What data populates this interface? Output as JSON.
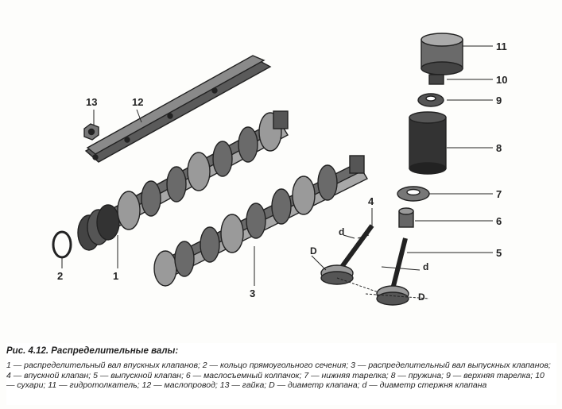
{
  "figure": {
    "parts": [
      {
        "num": "1"
      },
      {
        "num": "2"
      },
      {
        "num": "3"
      },
      {
        "num": "4"
      },
      {
        "num": "5"
      },
      {
        "num": "6"
      },
      {
        "num": "7"
      },
      {
        "num": "8"
      },
      {
        "num": "9"
      },
      {
        "num": "10"
      },
      {
        "num": "11"
      },
      {
        "num": "12"
      },
      {
        "num": "13"
      }
    ],
    "dimensions": {
      "D_upper": "D",
      "d_upper": "d",
      "d_lower": "d",
      "D_lower": "D"
    }
  },
  "caption": {
    "title": "Рис. 4.12. Распределительные валы:",
    "text": "1 — распределительный вал впускных клапанов; 2 — кольцо прямоугольного сечения; 3 — распределительный вал выпускных клапанов; 4 — впускной клапан; 5 — выпускной клапан; 6 — маслосъемный колпачок; 7 — нижняя тарелка; 8 — пружина; 9 — верхняя тарелка; 10 — сухари; 11 — гидротолкатель; 12 — маслопровод; 13 — гайка; D — диаметр клапана; d — диаметр стержня клапана"
  }
}
